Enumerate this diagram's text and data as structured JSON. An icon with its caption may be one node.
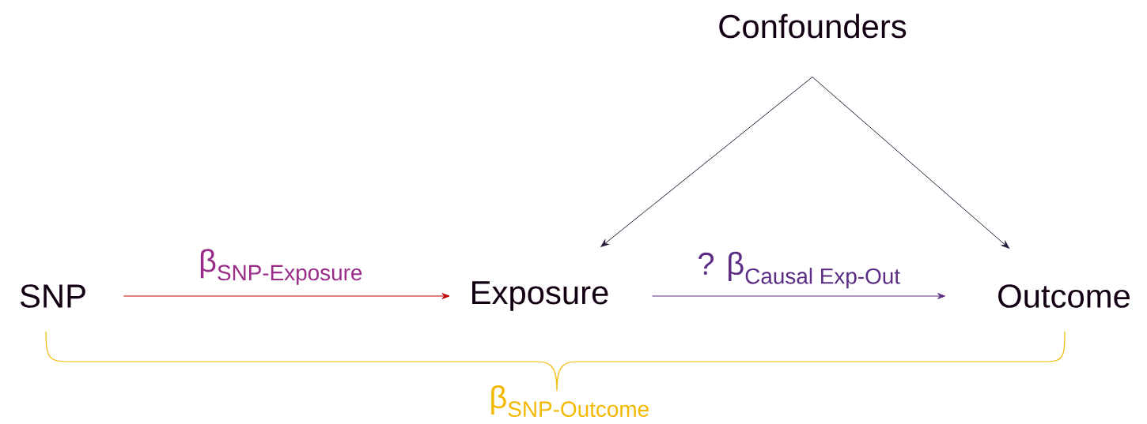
{
  "diagram": {
    "nodes": [
      {
        "text": [
          "SNP"
        ]
      },
      {
        "text": [
          "Exposure"
        ]
      },
      {
        "text": [
          "Outcome"
        ]
      },
      {
        "text": [
          "Confounders"
        ]
      }
    ],
    "edges": [
      {
        "from": 0,
        "to": 1,
        "arrow": "to",
        "label": "\\text{β}_{\\text{SNP-Exposure}}",
        "color": "#c00000"
      },
      {
        "from": 1,
        "to": 2,
        "arrow": "to",
        "label": "\\text{? β}_{\\text{Causal Exp-Out}}",
        "color": "#5b2c83"
      },
      {
        "from": 3,
        "to": 1,
        "arrow": "to"
      },
      {
        "from": 3,
        "to": 2,
        "arrow": "to"
      }
    ],
    "labels": [
      "\\text{β}_{\\text{SNP-Outcome}}"
    ]
  }
}
